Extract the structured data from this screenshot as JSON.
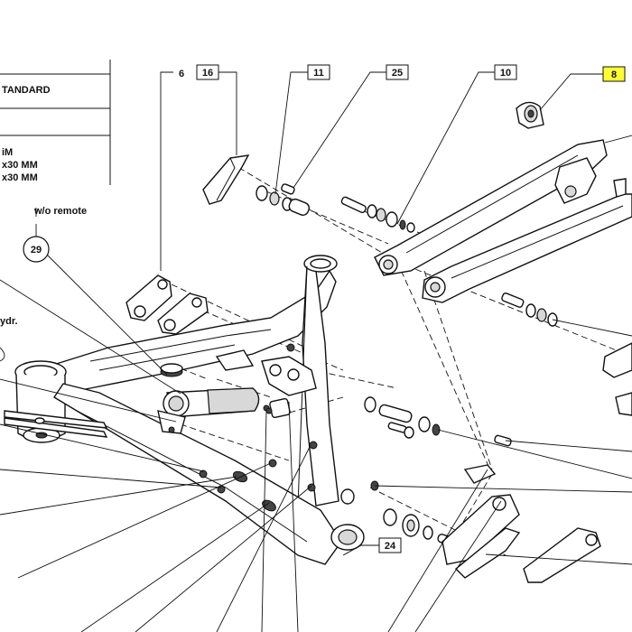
{
  "table": {
    "row1": "TANDARD",
    "row2": "iM",
    "row3": "x30 MM",
    "row4": "x30 MM"
  },
  "callouts": {
    "c6": "6",
    "c16": "16",
    "c11": "11",
    "c25": "25",
    "c10": "10",
    "c8": "8",
    "c29": "29",
    "c24": "24"
  },
  "notes": {
    "remote": "w/o remote",
    "ydr": "ydr."
  },
  "colors": {
    "highlight": "#ffff33",
    "ink": "#111111"
  }
}
